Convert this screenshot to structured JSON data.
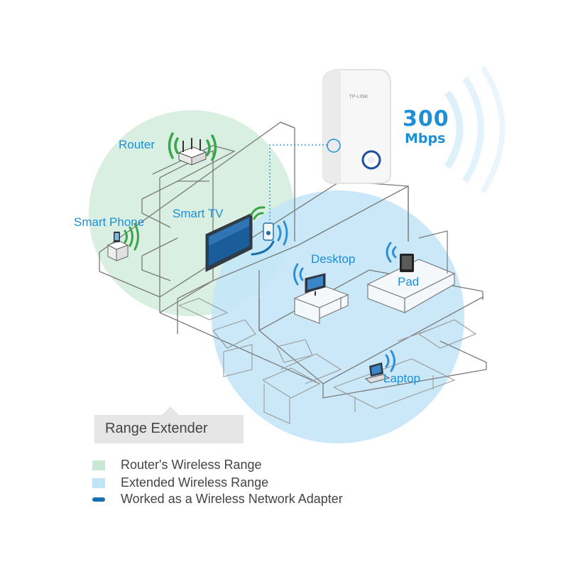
{
  "labels": {
    "router": "Router",
    "smart_phone": "Smart Phone",
    "smart_tv": "Smart TV",
    "desktop": "Desktop",
    "pad": "Pad",
    "laptop": "Laptop"
  },
  "device": {
    "brand": "TP-LINK",
    "speed_value": "300",
    "speed_unit": "Mbps"
  },
  "callout": {
    "title": "Range Extender"
  },
  "legend": [
    {
      "label": "Router's Wireless Range",
      "color": "#c9e8d4",
      "kind": "box"
    },
    {
      "label": "Extended Wireless Range",
      "color": "#bfe3f7",
      "kind": "box"
    },
    {
      "label": "Worked as a Wireless Network Adapter",
      "color": "#1a6fae",
      "kind": "line"
    }
  ],
  "colors": {
    "accent": "#1e8fd6",
    "router_range": "#cfead9",
    "extended_range": "#bde2f6",
    "signal_green": "#3aa64a",
    "signal_blue": "#2f8fd3",
    "adapter_line": "#1a6fae"
  }
}
